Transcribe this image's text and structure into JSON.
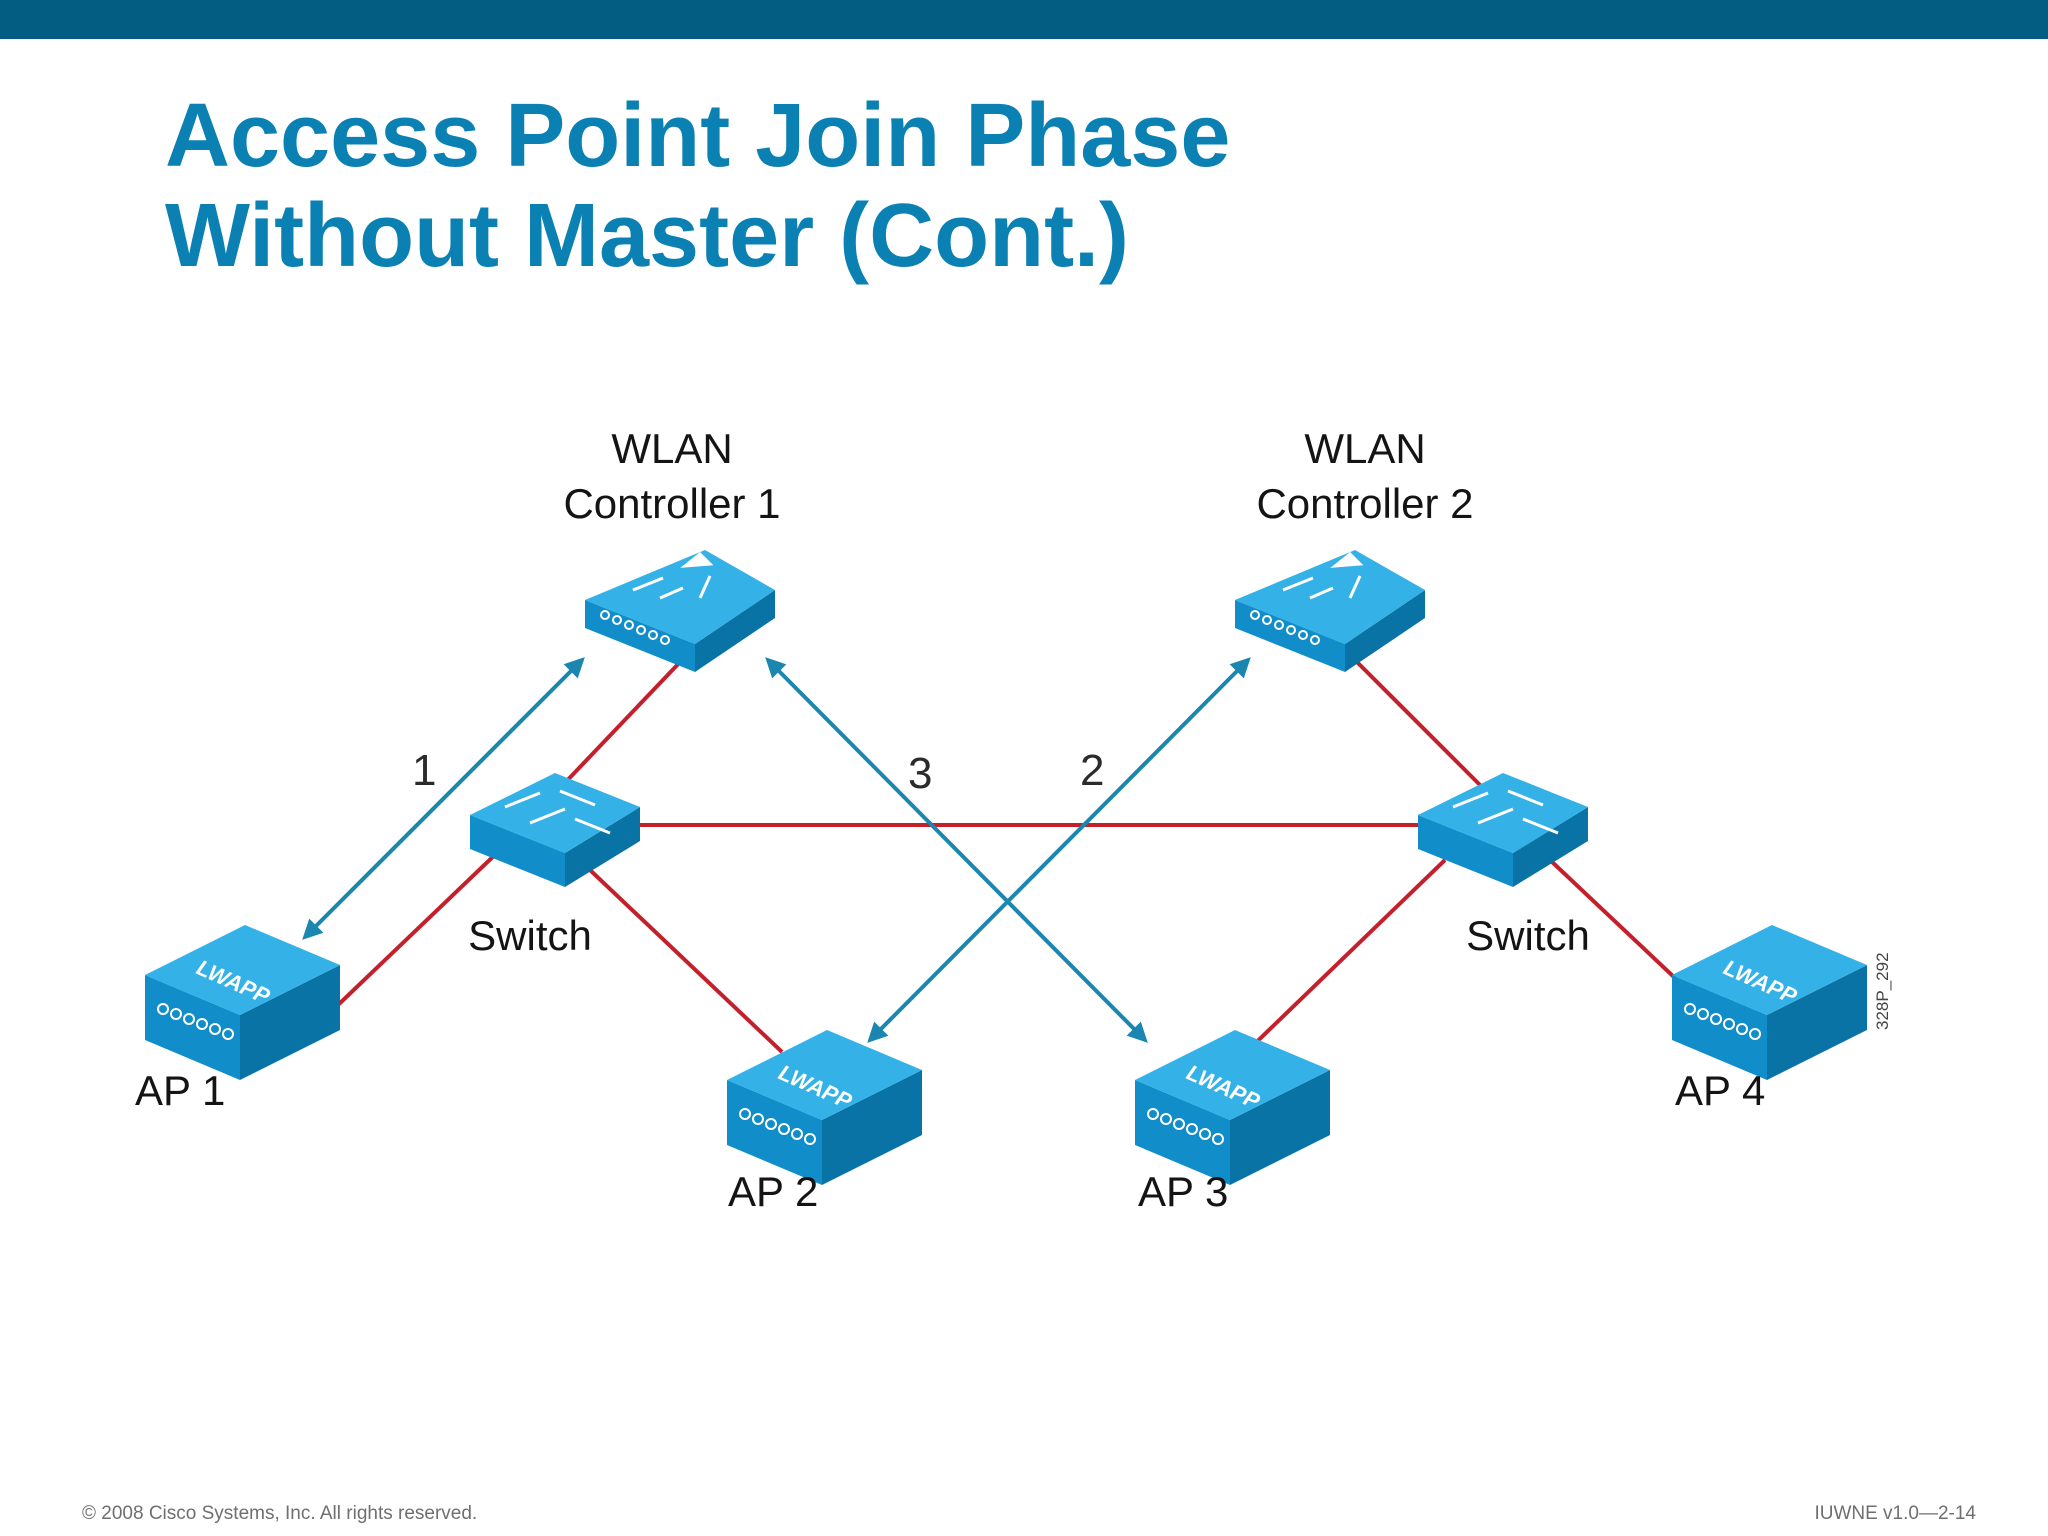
{
  "slide": {
    "title_line1": "Access Point Join Phase",
    "title_line2": "Without Master (Cont.)",
    "footer_left": "© 2008 Cisco Systems, Inc. All rights reserved.",
    "footer_right": "IUWNE v1.0—2-14"
  },
  "diagram": {
    "controllers": [
      {
        "line1": "WLAN",
        "line2": "Controller 1"
      },
      {
        "line1": "WLAN",
        "line2": "Controller 2"
      }
    ],
    "switches": [
      {
        "label": "Switch"
      },
      {
        "label": "Switch"
      }
    ],
    "access_points": [
      {
        "label": "AP 1",
        "badge": "LWAPP"
      },
      {
        "label": "AP 2",
        "badge": "LWAPP"
      },
      {
        "label": "AP 3",
        "badge": "LWAPP"
      },
      {
        "label": "AP 4",
        "badge": "LWAPP"
      }
    ],
    "join_steps": [
      {
        "number": "1",
        "from": "AP 1",
        "to": "WLAN Controller 1"
      },
      {
        "number": "2",
        "from": "AP 2",
        "to": "WLAN Controller 2"
      },
      {
        "number": "3",
        "from": "AP 3",
        "to": "WLAN Controller 1"
      }
    ],
    "reference_code": "328P_292",
    "colors": {
      "link": "#c4202b",
      "join_arrow": "#1b86b0",
      "device": "#1aa0d8",
      "title": "#0a80b3",
      "top_bar": "#035d82"
    }
  }
}
